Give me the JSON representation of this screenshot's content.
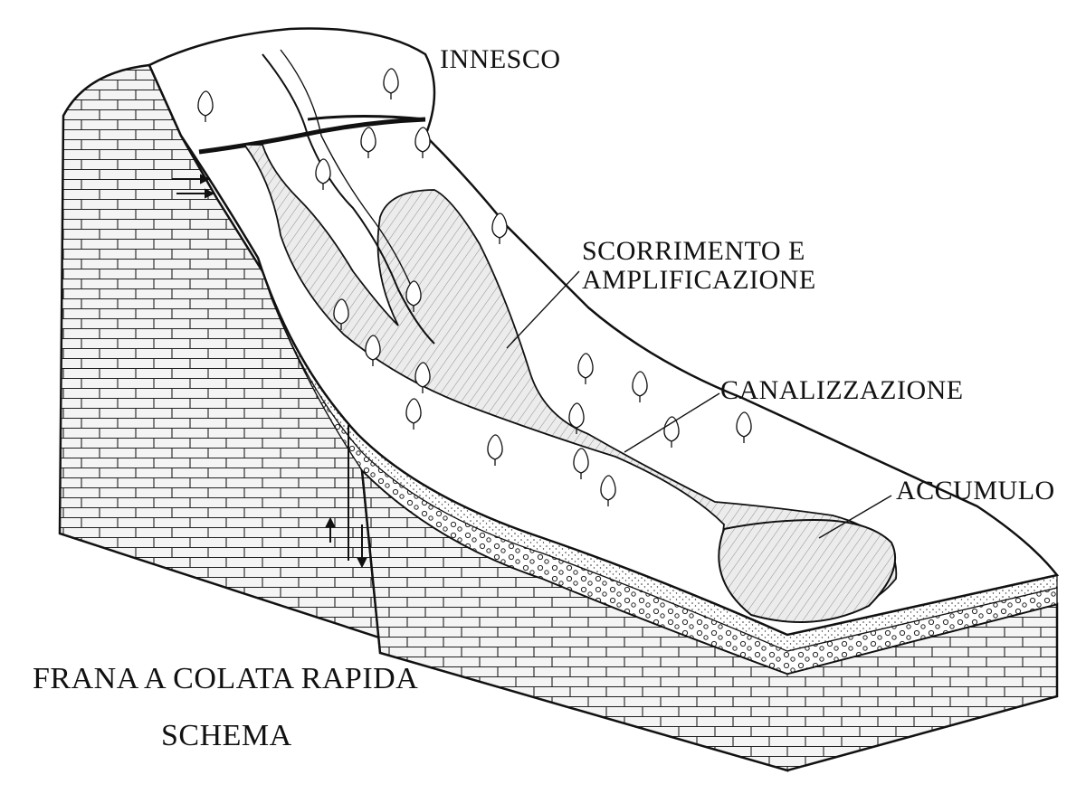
{
  "labels": {
    "innesco": "INNESCO",
    "scorrimento_line1": "SCORRIMENTO E",
    "scorrimento_line2": "AMPLIFICAZIONE",
    "canalizzazione": "CANALIZZAZIONE",
    "accumulo": "ACCUMULO"
  },
  "caption": {
    "title": "FRANA A COLATA RAPIDA",
    "subtitle": "SCHEMA"
  },
  "colors": {
    "ink": "#111111",
    "paper": "#ffffff",
    "rock_fill": "#f2f2f2",
    "flow_fill": "#e9e9e9"
  },
  "icons": [
    "tree-icon",
    "flow-arrow-icon",
    "bedrock-brick-pattern"
  ]
}
